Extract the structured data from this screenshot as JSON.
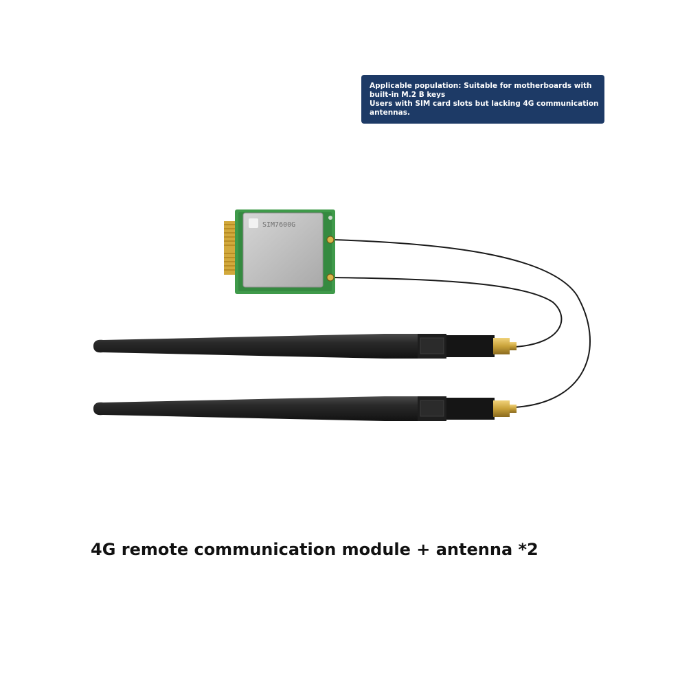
{
  "info_box": {
    "line1": "Applicable population: Suitable for motherboards with",
    "line2": "built-in M.2 B keys",
    "line3": "Users with SIM card slots but lacking 4G communication",
    "line4": "antennas."
  },
  "module": {
    "chip_label": "SIM7600G"
  },
  "caption": "4G remote communication module + antenna *2",
  "colors": {
    "info_bg": "#1d3a66",
    "pcb": "#3f9a4a",
    "shield": "#c2c2c2",
    "antenna": "#222222",
    "connector": "#c9a23a"
  }
}
